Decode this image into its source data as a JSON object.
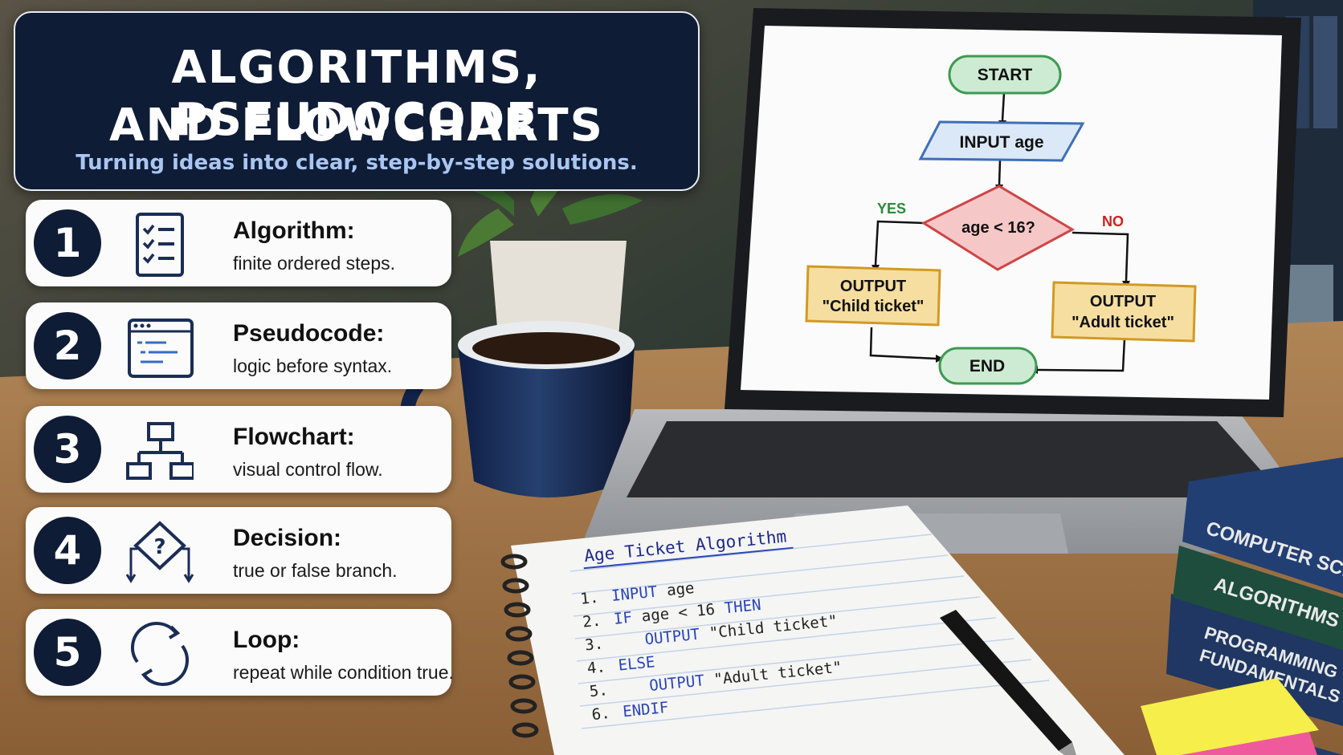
{
  "header": {
    "title_line1": "ALGORITHMS, PSEUDOCODE",
    "title_line2": "AND FLOWCHARTS",
    "subtitle": "Turning ideas into clear, step-by-step solutions."
  },
  "cards": [
    {
      "number": "1",
      "title": "Algorithm:",
      "desc": "finite ordered steps.",
      "icon": "checklist-icon"
    },
    {
      "number": "2",
      "title": "Pseudocode:",
      "desc": "logic before syntax.",
      "icon": "code-window-icon"
    },
    {
      "number": "3",
      "title": "Flowchart:",
      "desc": "visual control flow.",
      "icon": "flowchart-icon"
    },
    {
      "number": "4",
      "title": "Decision:",
      "desc": "true or false branch.",
      "icon": "decision-diamond-icon"
    },
    {
      "number": "5",
      "title": "Loop:",
      "desc": "repeat while condition true.",
      "icon": "loop-arrows-icon"
    }
  ],
  "flowchart": {
    "start": "START",
    "input": "INPUT age",
    "decision": "age < 16?",
    "yes": "YES",
    "no": "NO",
    "output_child_1": "OUTPUT",
    "output_child_2": "\"Child ticket\"",
    "output_adult_1": "OUTPUT",
    "output_adult_2": "\"Adult ticket\"",
    "end": "END"
  },
  "notebook": {
    "heading": "Age Ticket Algorithm",
    "lines": [
      {
        "n": "1.",
        "kw": "INPUT",
        "rest": "age"
      },
      {
        "n": "2.",
        "kw": "IF",
        "rest": "age < 16",
        "kw2": "THEN"
      },
      {
        "n": "3.",
        "kw": "OUTPUT",
        "rest": "\"Child ticket\""
      },
      {
        "n": "4.",
        "kw": "ELSE",
        "rest": ""
      },
      {
        "n": "5.",
        "kw": "OUTPUT",
        "rest": "\"Adult ticket\""
      },
      {
        "n": "6.",
        "kw": "ENDIF",
        "rest": ""
      }
    ]
  },
  "books": [
    "COMPUTER SCIENCE",
    "ALGORITHMS",
    "PROGRAMMING",
    "FUNDAMENTALS"
  ],
  "colors": {
    "navy": "#0f1c36",
    "subtitle": "#a9c6f2",
    "start_fill": "#cdebd3",
    "start_stroke": "#3f9a52",
    "input_fill": "#dbe8f8",
    "input_stroke": "#3f6fb7",
    "decision_fill": "#f6c7c7",
    "decision_stroke": "#cf4545",
    "output_fill": "#f6dea0",
    "output_stroke": "#d19a25",
    "yes": "#2a8a3a",
    "no": "#cc2222",
    "code_blue": "#2846b8"
  }
}
